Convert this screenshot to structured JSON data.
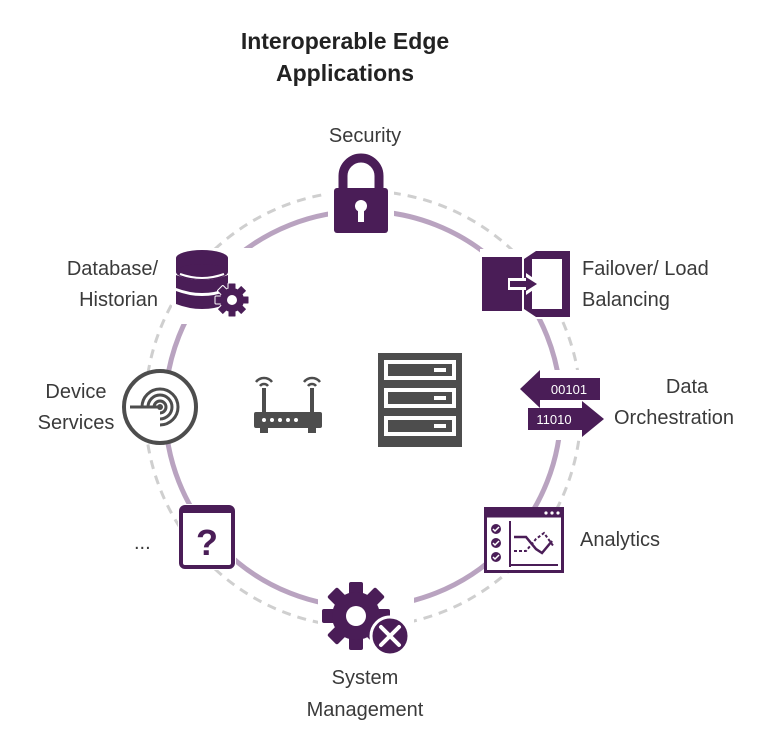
{
  "title": {
    "line1": "Interoperable Edge",
    "line2": "Applications"
  },
  "nodes": {
    "security": {
      "label": "Security"
    },
    "failover": {
      "label_line1": "Failover/ Load",
      "label_line2": "Balancing"
    },
    "data_orchestration": {
      "label_line1": "Data",
      "label_line2": "Orchestration",
      "badge_top": "00101",
      "badge_bottom": "11010"
    },
    "analytics": {
      "label": "Analytics"
    },
    "system_management": {
      "label_line1": "System",
      "label_line2": "Management"
    },
    "other": {
      "label": "...",
      "glyph": "?"
    },
    "device_services": {
      "label_line1": "Device",
      "label_line2": "Services"
    },
    "database": {
      "label_line1": "Database/",
      "label_line2": "Historian"
    }
  },
  "center": {
    "icons": [
      "router-icon",
      "server-rack-icon"
    ]
  },
  "colors": {
    "accent": "#4a1d57",
    "ring": "#b9a3c0",
    "dashed_ring": "#cccccc",
    "dark_gray": "#4d4d4d"
  }
}
